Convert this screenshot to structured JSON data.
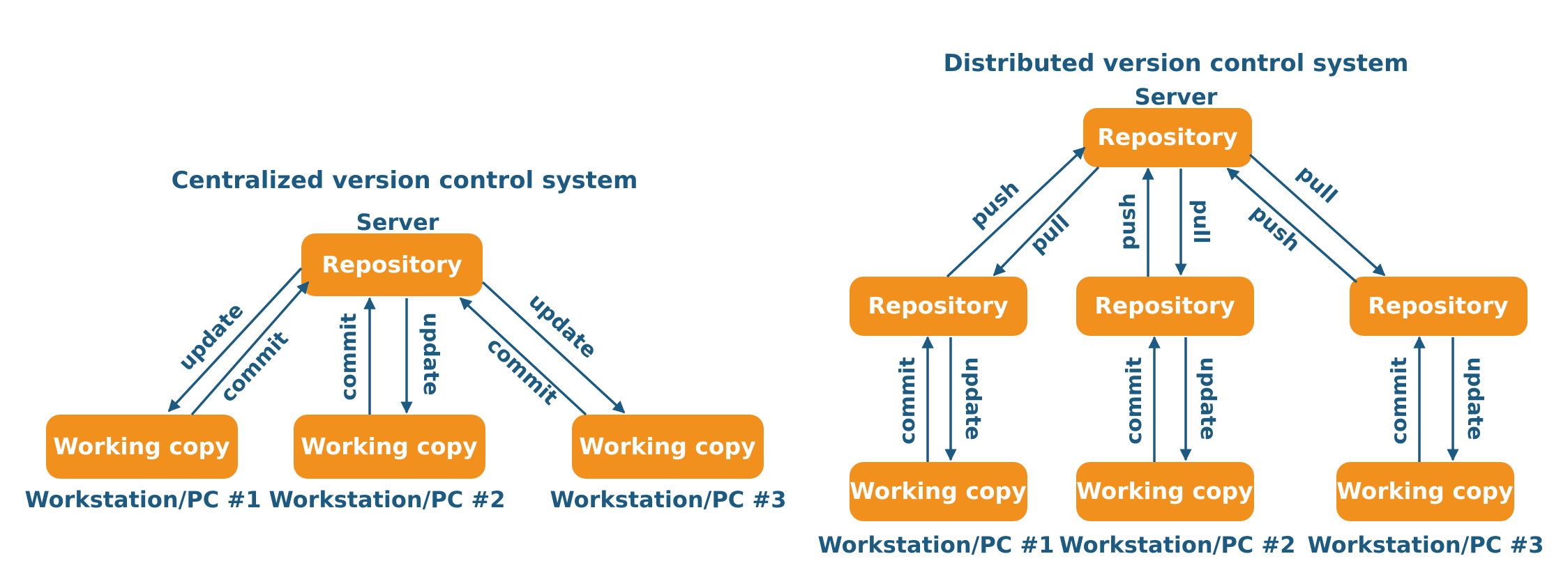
{
  "centralized": {
    "title": "Centralized version control system",
    "server_label": "Server",
    "repository": "Repository",
    "working_copy": "Working copy",
    "workstations": [
      "Workstation/PC #1",
      "Workstation/PC #2",
      "Workstation/PC #3"
    ],
    "edge_labels": {
      "update": "update",
      "commit": "commit"
    }
  },
  "distributed": {
    "title": "Distributed version control system",
    "server_label": "Server",
    "repository": "Repository",
    "working_copy": "Working copy",
    "workstations": [
      "Workstation/PC #1",
      "Workstation/PC #2",
      "Workstation/PC #3"
    ],
    "edge_labels": {
      "push": "push",
      "pull": "pull",
      "commit": "commit",
      "update": "update"
    }
  },
  "colors": {
    "box": "#f2901e",
    "text": "#1c5a82",
    "box_text": "#ffffff"
  }
}
